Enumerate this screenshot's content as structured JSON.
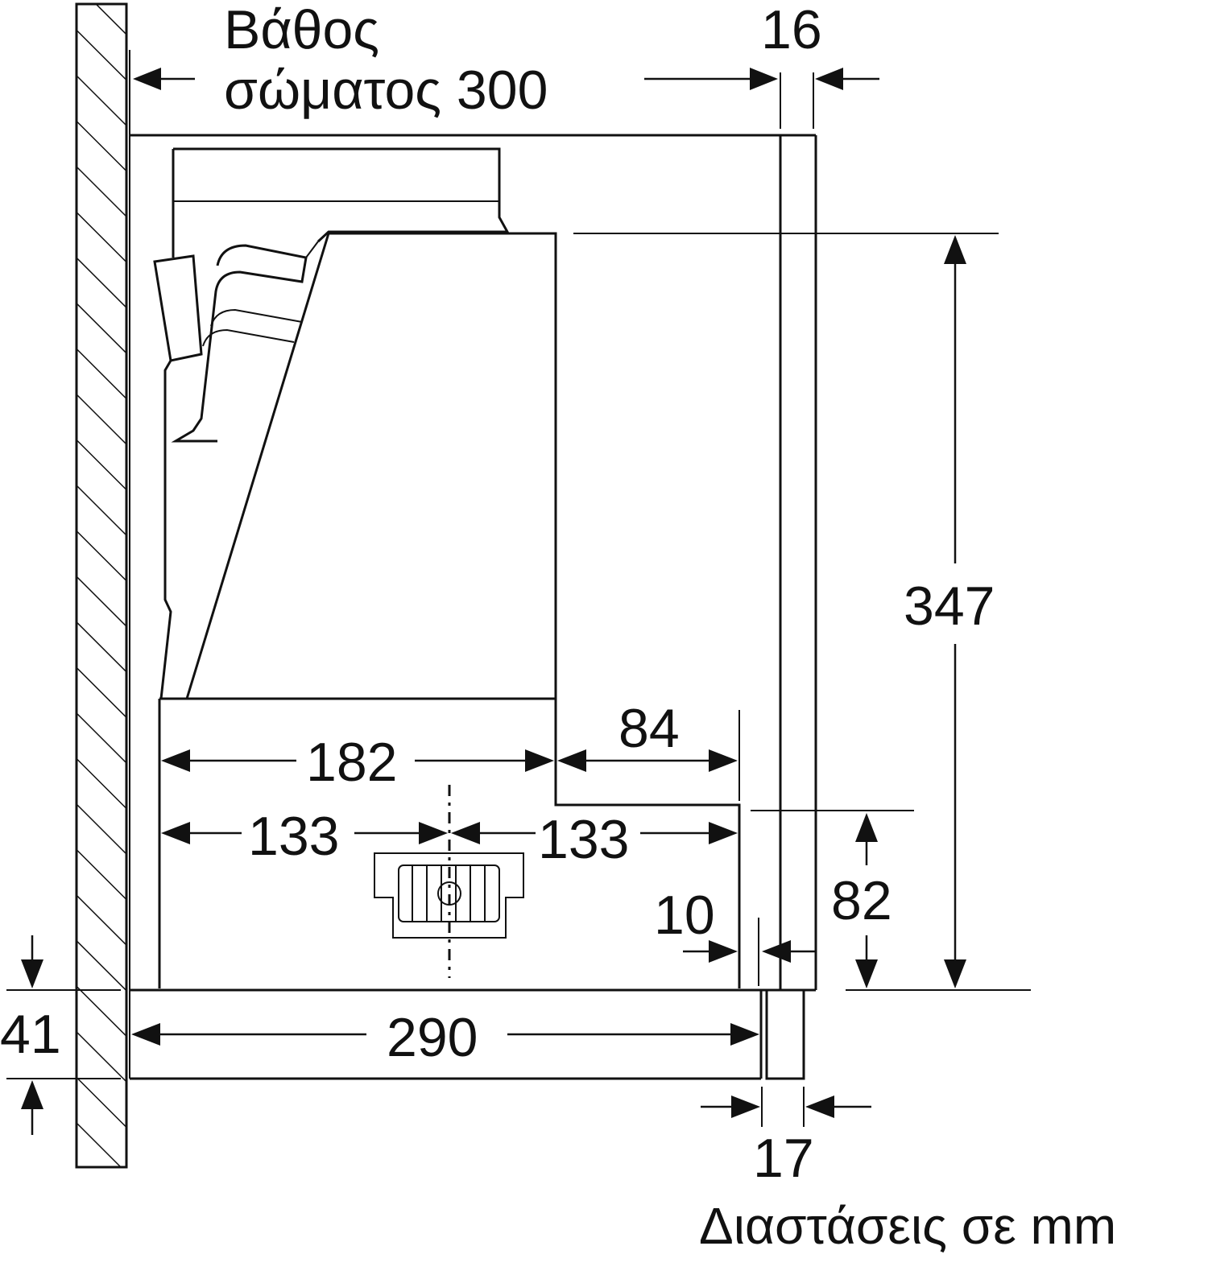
{
  "labels": {
    "depth_line1": "Βάθος",
    "depth_line2": "σώματος 300",
    "dim_16": "16",
    "dim_347": "347",
    "dim_84": "84",
    "dim_182": "182",
    "dim_133_left": "133",
    "dim_133_right": "133",
    "dim_10": "10",
    "dim_82": "82",
    "dim_41": "41",
    "dim_290": "290",
    "dim_17": "17",
    "units_note": "Διαστάσεις σε mm"
  }
}
